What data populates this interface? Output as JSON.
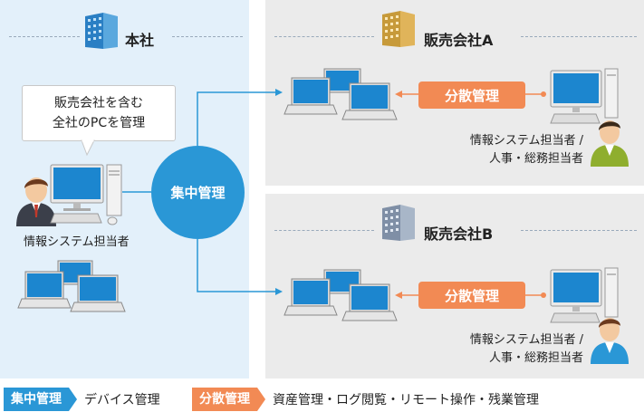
{
  "hq": {
    "title": "本社",
    "bubble_line1": "販売会社を含む",
    "bubble_line2": "全社のPCを管理",
    "person_label": "情報システム担当者"
  },
  "center": {
    "label": "集中管理"
  },
  "branch_a": {
    "title": "販売会社A",
    "button": "分散管理",
    "person_line1": "情報システム担当者 /",
    "person_line2": "人事・総務担当者"
  },
  "branch_b": {
    "title": "販売会社B",
    "button": "分散管理",
    "person_line1": "情報システム担当者 /",
    "person_line2": "人事・総務担当者"
  },
  "legend": {
    "central_tag": "集中管理",
    "central_desc": "デバイス管理",
    "dist_tag": "分散管理",
    "dist_desc": "資産管理・ログ閲覧・リモート操作・残業管理"
  },
  "colors": {
    "blue": "#2a97d6",
    "orange": "#f28a54",
    "hq_bg": "#e3f0fa",
    "branch_bg": "#ebebeb"
  },
  "icons": [
    "building-icon",
    "laptop-icon",
    "desktop-pc-icon",
    "person-icon"
  ]
}
